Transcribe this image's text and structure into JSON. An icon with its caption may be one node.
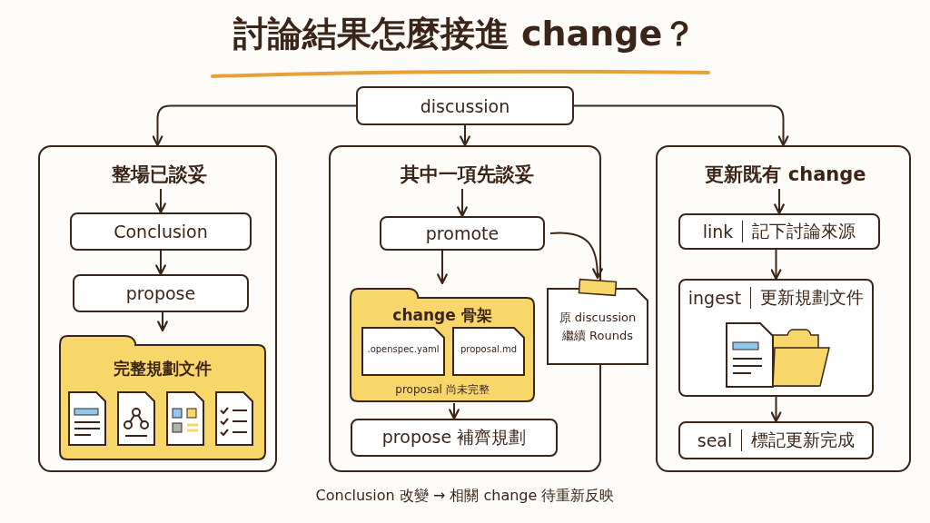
{
  "diagram": {
    "title": "討論結果怎麼接進 change？",
    "caption": "Conclusion 改變 → 相關 change 待重新反映",
    "nodes": [
      {
        "text": [
          "discussion"
        ]
      },
      {
        "text": [],
        "shape": "box"
      },
      {
        "text": [
          "整場已談妥"
        ],
        "in": 1
      },
      {
        "text": [
          "Conclusion"
        ],
        "in": 1
      },
      {
        "text": [
          "propose"
        ],
        "in": 1
      },
      {
        "text": [
          "完整規劃文件"
        ],
        "in": 1
      },
      {
        "text": [],
        "shape": "box"
      },
      {
        "text": [
          "其中一項先談妥"
        ],
        "in": 6
      },
      {
        "text": [
          "promote"
        ],
        "in": 6
      },
      {
        "text": [
          "change 骨架",
          "proposal 尚未完整"
        ],
        "in": 6
      },
      {
        "text": [
          ".openspec.yaml"
        ],
        "in": 9
      },
      {
        "text": [
          "proposal.md"
        ],
        "in": 9
      },
      {
        "text": [
          "propose 補齊規劃"
        ],
        "in": 6
      },
      {
        "text": [
          "原 discussion 繼續 Rounds"
        ]
      },
      {
        "text": [],
        "shape": "box"
      },
      {
        "text": [
          "更新既有 change"
        ],
        "in": 14
      },
      {
        "text": [
          "link",
          "記下討論來源"
        ],
        "in": 14
      },
      {
        "text": [
          "ingest",
          "更新規劃文件"
        ],
        "in": 14
      },
      {
        "text": [
          "seal",
          "標記更新完成"
        ],
        "in": 14
      }
    ],
    "edges": [
      {
        "from": 0,
        "to": 1,
        "arrow": "to"
      },
      {
        "from": 0,
        "to": 6,
        "arrow": "to"
      },
      {
        "from": 0,
        "to": 14,
        "arrow": "to"
      },
      {
        "from": 2,
        "to": 3,
        "arrow": "to"
      },
      {
        "from": 3,
        "to": 4,
        "arrow": "to"
      },
      {
        "from": 4,
        "to": 5,
        "arrow": "to"
      },
      {
        "from": 7,
        "to": 8,
        "arrow": "to"
      },
      {
        "from": 8,
        "to": 9,
        "arrow": "to"
      },
      {
        "from": 8,
        "to": 13,
        "arrow": "to"
      },
      {
        "from": 9,
        "to": 12,
        "arrow": "to"
      },
      {
        "from": 15,
        "to": 16,
        "arrow": "to"
      },
      {
        "from": 16,
        "to": 17,
        "arrow": "to"
      },
      {
        "from": 17,
        "to": 18,
        "arrow": "to"
      }
    ]
  }
}
